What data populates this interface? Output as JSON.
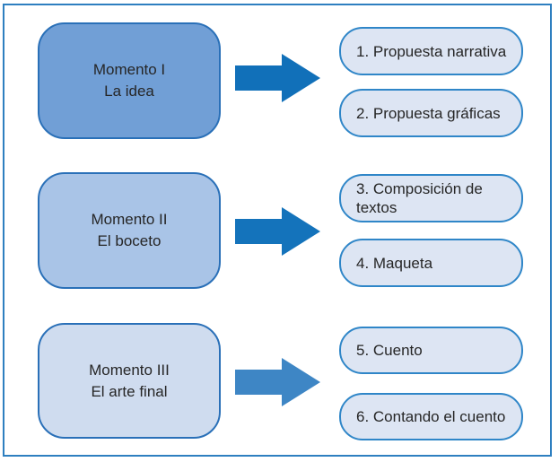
{
  "diagram": {
    "frame_border_color": "#2e7fc0",
    "box_border_color": "#2a70b8",
    "pill_border_color": "#2f86c8",
    "pill_fill": "#dde5f3",
    "text_color": "#262626",
    "rows": [
      {
        "momento": {
          "title": "Momento I",
          "subtitle": "La idea",
          "fill": "#719fd6"
        },
        "arrow_color": "#1170b9",
        "outputs": [
          "1. Propuesta narrativa",
          "2. Propuesta gráficas"
        ]
      },
      {
        "momento": {
          "title": "Momento II",
          "subtitle": "El boceto",
          "fill": "#a9c4e7"
        },
        "arrow_color": "#1473bb",
        "outputs": [
          "3. Composición de textos",
          "4. Maqueta"
        ]
      },
      {
        "momento": {
          "title": "Momento III",
          "subtitle": "El arte final",
          "fill": "#cfdcef"
        },
        "arrow_color": "#3e86c5",
        "outputs": [
          "5. Cuento",
          "6. Contando el cuento"
        ]
      }
    ]
  }
}
